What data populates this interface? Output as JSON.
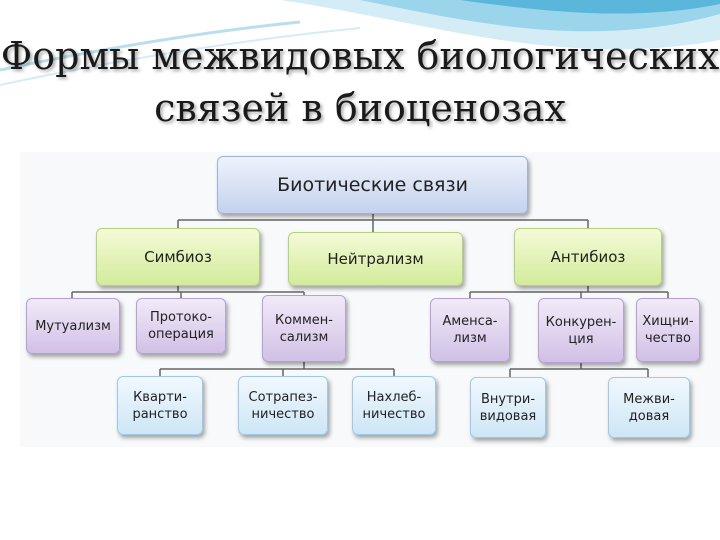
{
  "title": {
    "line1": "Формы межвидовых биологических",
    "line2": "связей в биоценозах"
  },
  "diagram": {
    "root": "Биотические связи",
    "level1": {
      "symbiosis": "Симбиоз",
      "neutralism": "Нейтрализм",
      "antibiosis": "Антибиоз"
    },
    "level2": {
      "mutualism": "Мутуализм",
      "protocooperation": "Протоко-\nоперация",
      "commensalism": "Коммен-\nсализм",
      "amensalism": "Аменса-\nлизм",
      "competition": "Конкурен-\nция",
      "predation": "Хищни-\nчество"
    },
    "level3": {
      "tenancy": "Кварти-\nранство",
      "table_sharing": "Сотрапез-\nничество",
      "freeloading": "Нахлеб-\nничество",
      "intraspecific": "Внутри-\nвидовая",
      "interspecific": "Межви-\nдовая"
    }
  },
  "colors": {
    "root": "#c3d2ee",
    "level1": "#d3eb9a",
    "level2": "#d1c0e6",
    "level3": "#cde6f6",
    "connector": "#666666"
  }
}
